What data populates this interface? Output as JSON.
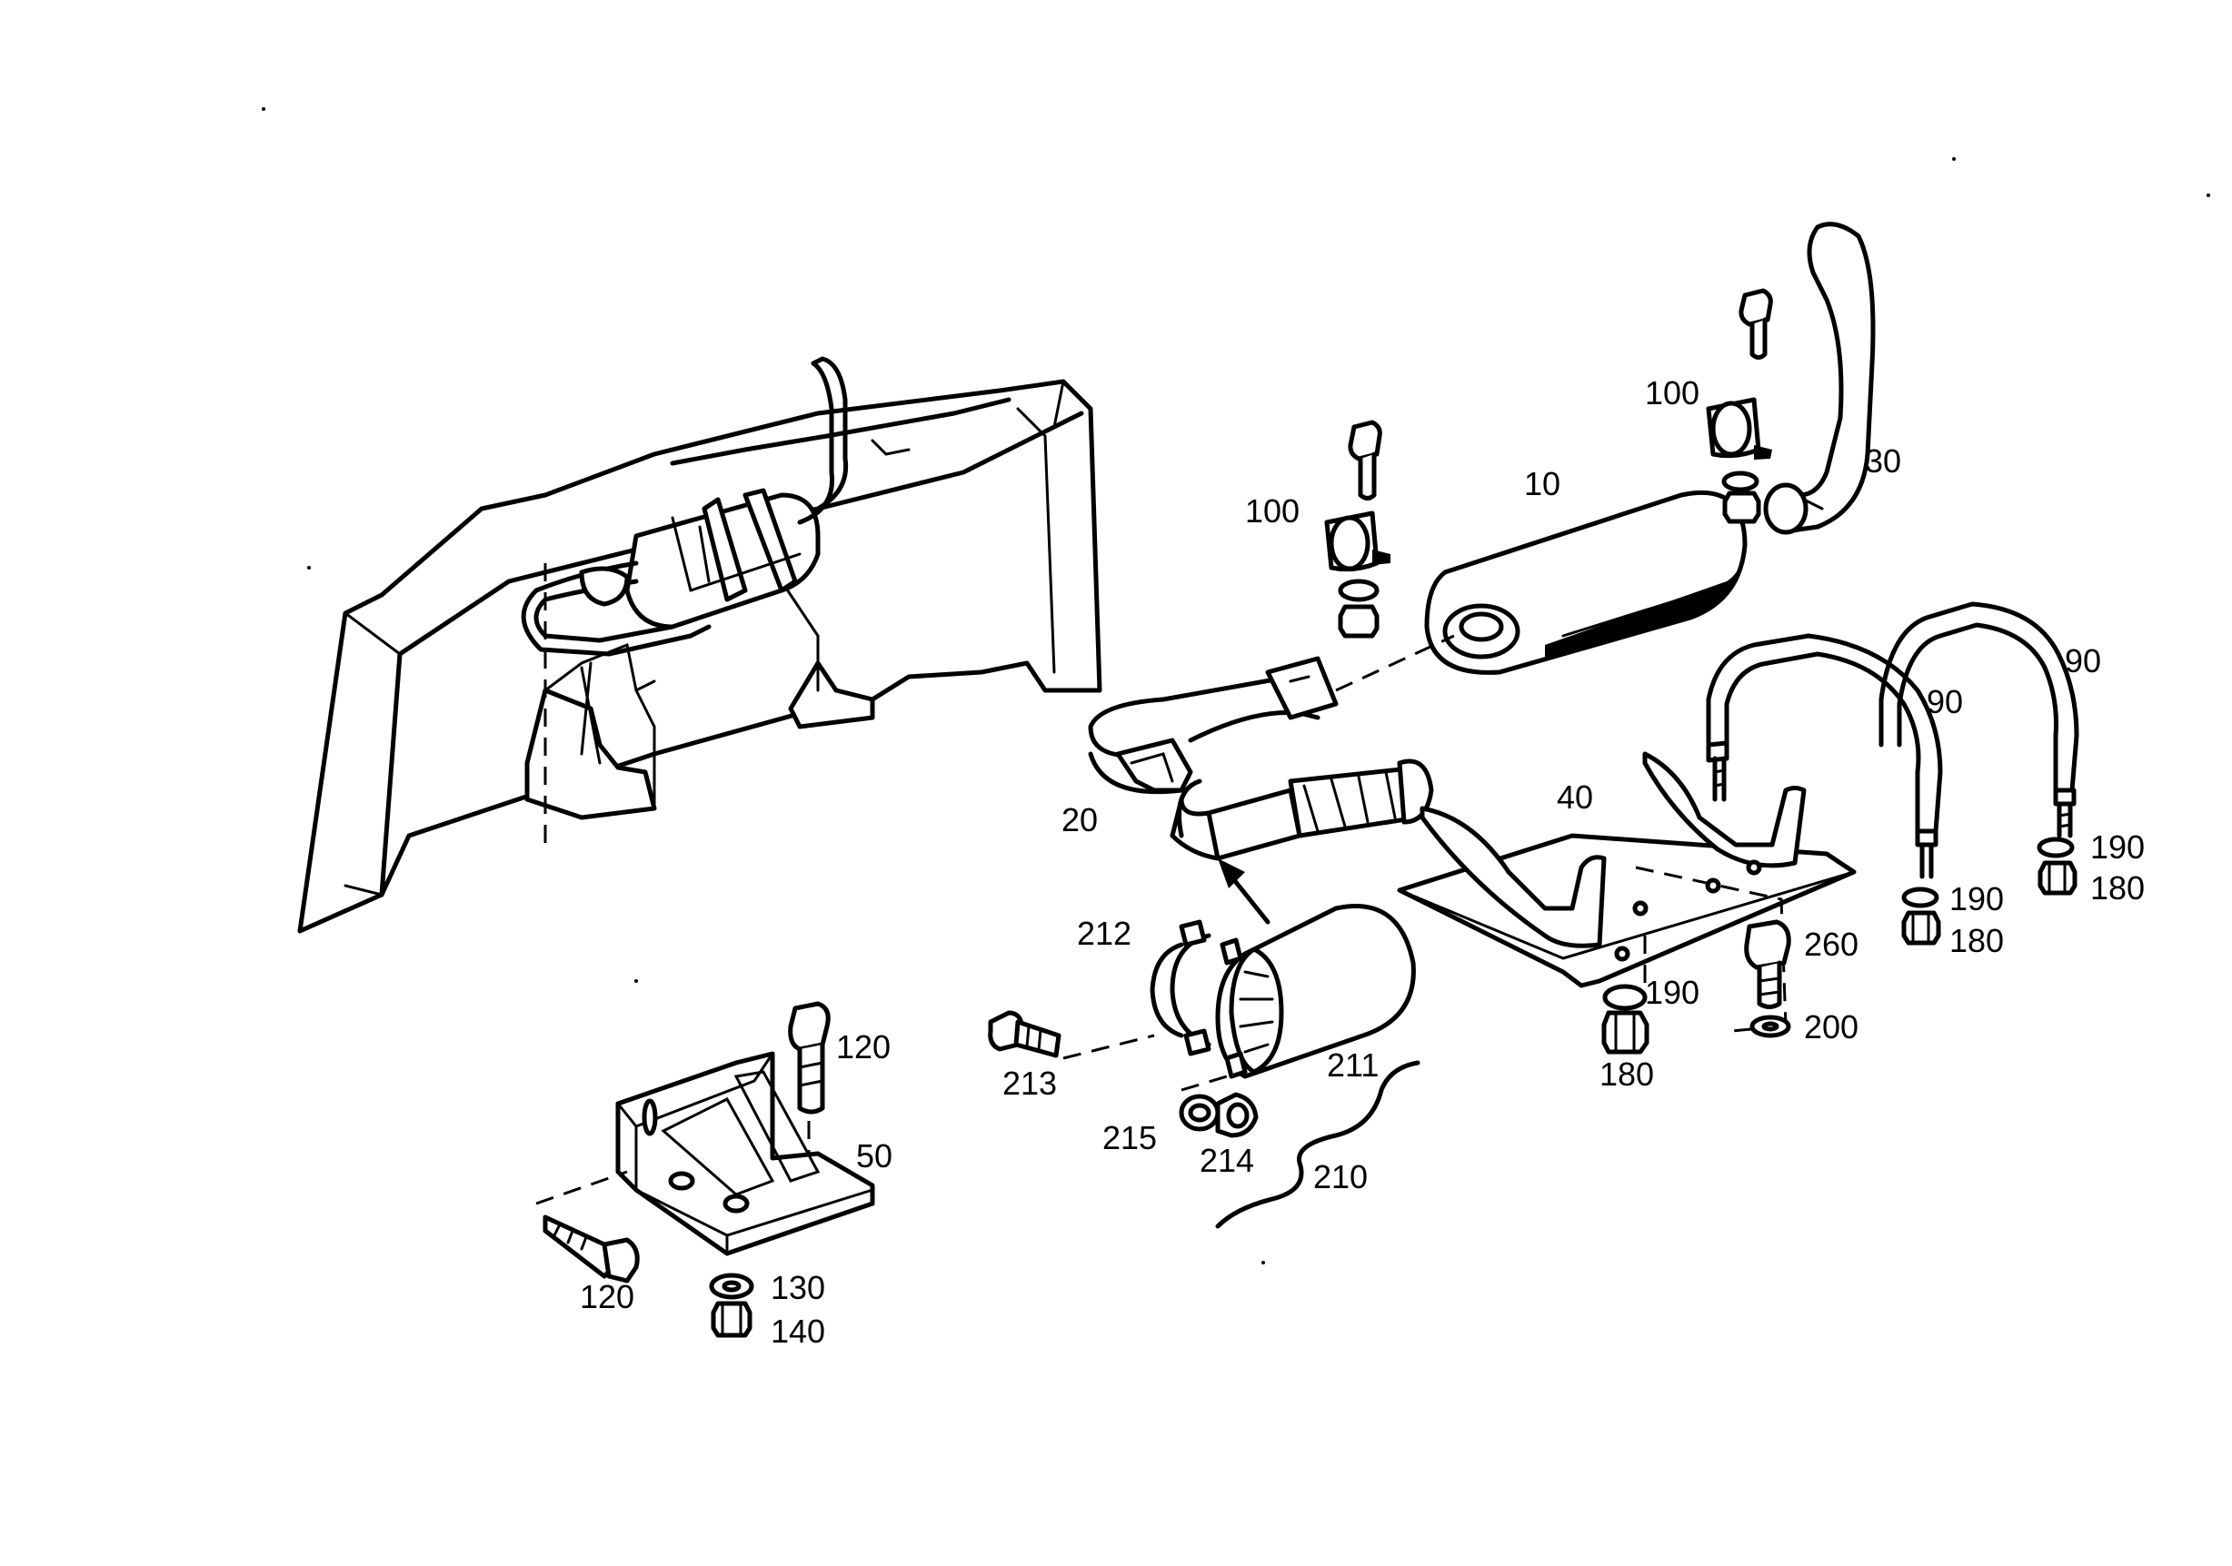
{
  "diagram": {
    "labels": {
      "l10": "10",
      "l20": "20",
      "l30": "30",
      "l40": "40",
      "l50": "50",
      "l90a": "90",
      "l90b": "90",
      "l100a": "100",
      "l100b": "100",
      "l120a": "120",
      "l120b": "120",
      "l130": "130",
      "l140": "140",
      "l180a": "180",
      "l180b": "180",
      "l180c": "180",
      "l190a": "190",
      "l190b": "190",
      "l190c": "190",
      "l200": "200",
      "l210": "210",
      "l211": "211",
      "l212": "212",
      "l213": "213",
      "l214": "214",
      "l215": "215",
      "l260": "260"
    },
    "line_color": "#000000",
    "background": "#ffffff"
  }
}
